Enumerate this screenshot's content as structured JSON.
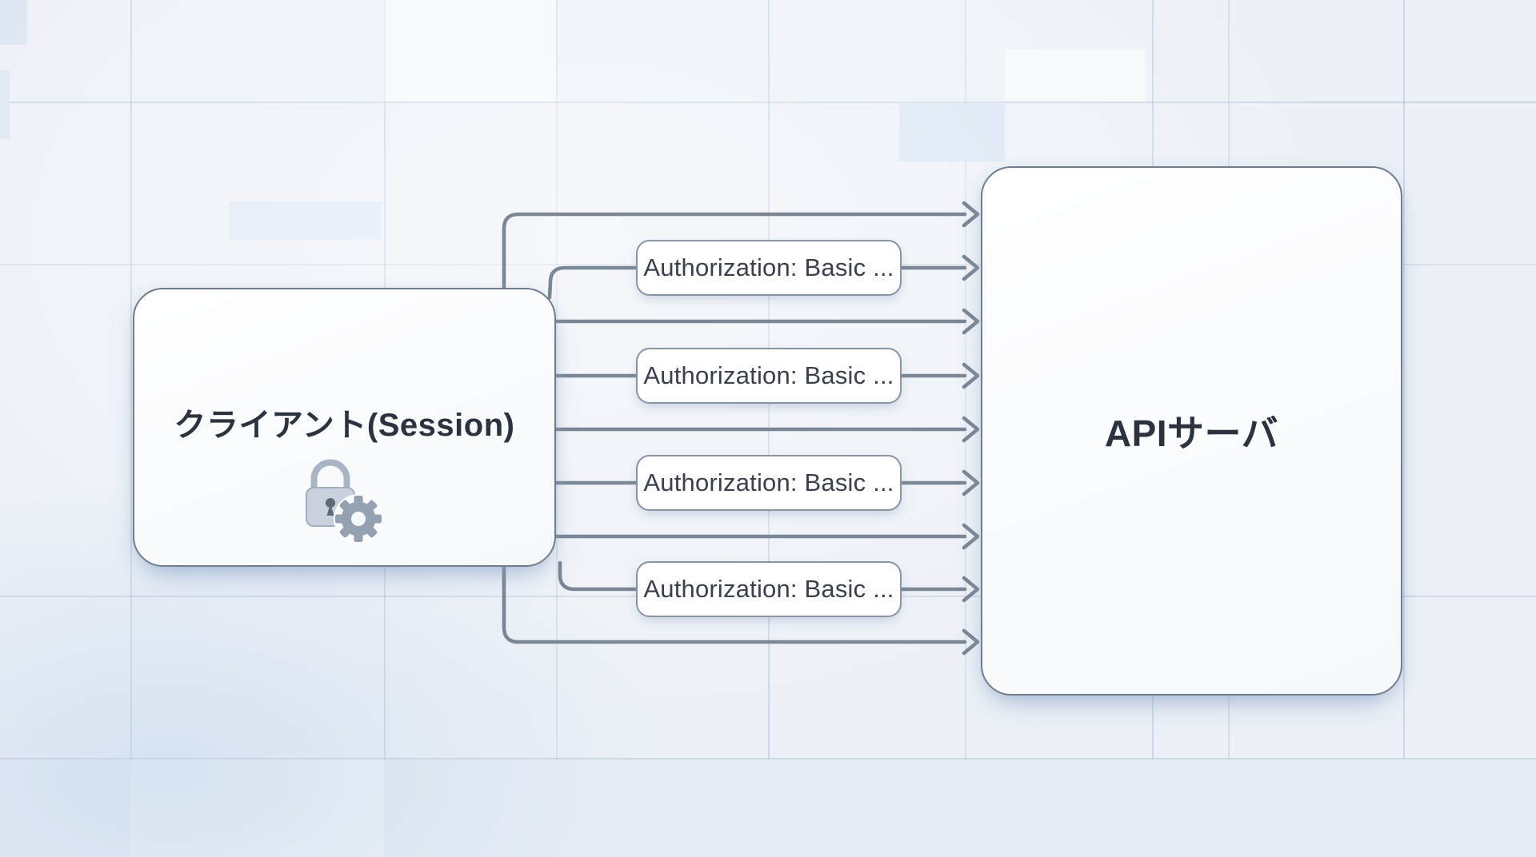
{
  "page": {
    "type": "flow-diagram",
    "background_color": "#EDF1F7",
    "description_visible_elements": "client node with lock-and-gear badge sending nine arrows to API server node, four arrows carry Authorization header labels"
  },
  "nodes": {
    "client": {
      "label": "クライアント(Session)",
      "icon": "lock-gear-icon"
    },
    "api_server": {
      "label": "APIサーバ"
    }
  },
  "edges": {
    "count": 9,
    "direction": "client-to-api-server",
    "labeled": [
      {
        "label": "Authorization: Basic ..."
      },
      {
        "label": "Authorization: Basic ..."
      },
      {
        "label": "Authorization: Basic ..."
      },
      {
        "label": "Authorization: Basic ..."
      }
    ]
  },
  "colors": {
    "background": "#EDF1F7",
    "grid_line": "#A3B4CC",
    "arrow": "#7B8795",
    "node_border": "#727D8B",
    "node_fill": "#FDFDFE",
    "label_border": "#8A94A2",
    "title_text": "#2C333F",
    "label_text": "#3A414B",
    "lock_body": "#C8D1DE",
    "lock_shackle": "#A9B4C4",
    "keyhole": "#5D6878",
    "gear": "#94A1B1"
  }
}
